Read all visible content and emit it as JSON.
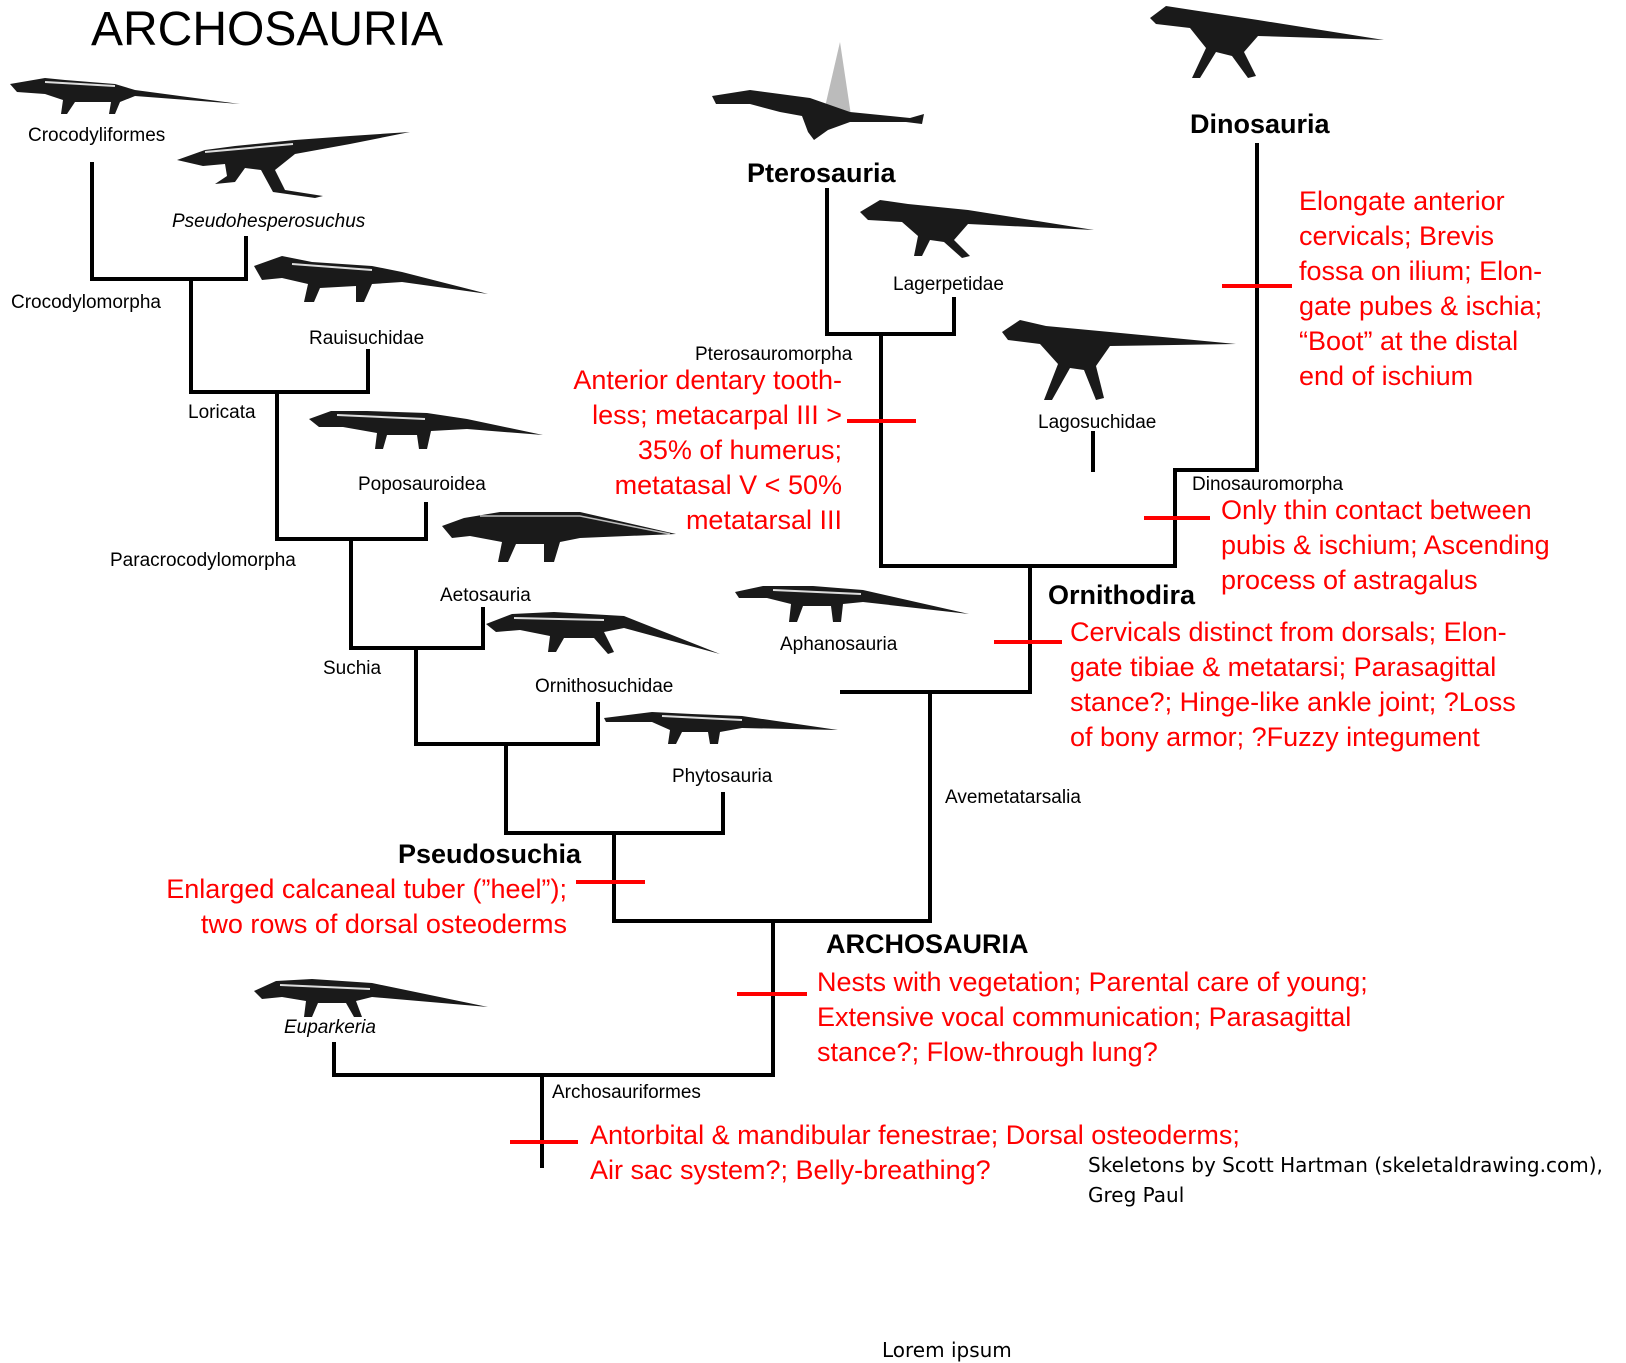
{
  "title": "ARCHOSAURIA",
  "taxa": {
    "crocodyliformes": "Crocodyliformes",
    "pseudohesperosuchus": "Pseudohesperosuchus",
    "crocodylomorpha": "Crocodylomorpha",
    "rauisuchidae": "Rauisuchidae",
    "loricata": "Loricata",
    "poposauroidea": "Poposauroidea",
    "paracrocodylomorpha": "Paracrocodylomorpha",
    "aetosauria": "Aetosauria",
    "suchia": "Suchia",
    "ornithosuchidae": "Ornithosuchidae",
    "phytosauria": "Phytosauria",
    "pseudosuchia": "Pseudosuchia",
    "euparkeria": "Euparkeria",
    "archosauriformes": "Archosauriformes",
    "archosauria_clade": "ARCHOSAURIA",
    "avemetatarsalia": "Avemetatarsalia",
    "aphanosauria": "Aphanosauria",
    "ornithodira": "Ornithodira",
    "pterosauria": "Pterosauria",
    "lagerpetidae": "Lagerpetidae",
    "pterosauromorpha": "Pterosauromorpha",
    "lagosuchidae": "Lagosuchidae",
    "dinosauromorpha": "Dinosauromorpha",
    "dinosauria": "Dinosauria"
  },
  "traits": {
    "pterosauromorpha": "Anterior dentary tooth-\nless; metacarpal III >\n35% of humerus;\nmetatasal V < 50%\nmetatarsal III",
    "dinosauria": "Elongate anterior\ncervicals; Brevis\nfossa on ilium; Elon-\ngate pubes & ischia;\n“Boot” at the distal\nend of ischium",
    "dinosauromorpha": "Only thin contact between\npubis & ischium; Ascending\nprocess of astragalus",
    "ornithodira": "Cervicals distinct from dorsals; Elon-\ngate tibiae & metatarsi; Parasagittal\nstance?; Hinge-like ankle joint; ?Loss\nof bony armor; ?Fuzzy integument",
    "pseudosuchia": "Enlarged calcaneal tuber (”heel”);\ntwo rows of dorsal osteoderms",
    "archosauria": "Nests with vegetation; Parental care of young;\nExtensive vocal communication; Parasagittal\nstance?; Flow-through lung?",
    "archosauriformes": "Antorbital & mandibular fenestrae; Dorsal osteoderms;\nAir sac system?; Belly-breathing?"
  },
  "credit": "Skeletons by Scott Hartman (skeletaldrawing.com),\nGreg Paul",
  "footer": "Lorem ipsum",
  "colors": {
    "tree": "#000000",
    "traits": "#ff0000"
  }
}
